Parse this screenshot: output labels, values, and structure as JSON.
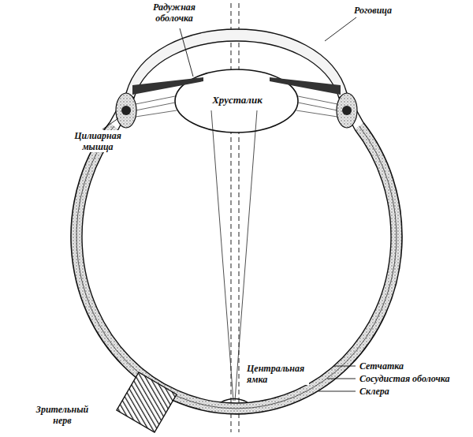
{
  "diagram": {
    "labels": [
      "Радужная оболочка",
      "Роговица",
      "Хрусталик",
      "Цилиарная мышца",
      "Центральная ямка",
      "Сетчатка",
      "Сосудистая оболочка",
      "Склера",
      "Зрительный нерв"
    ]
  }
}
